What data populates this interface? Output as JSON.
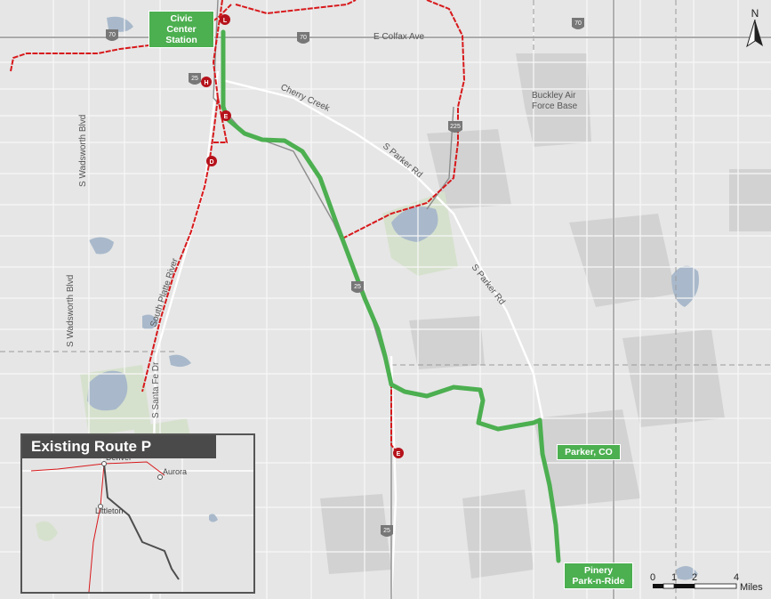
{
  "map": {
    "station_labels": {
      "civic_center": "Civic Center\nStation",
      "parker": "Parker, CO",
      "pinery": "Pinery\nPark-n-Ride"
    },
    "street_labels": {
      "colfax": "E Colfax Ave",
      "buckley": "Buckley Air\nForce Base",
      "cherry_creek": "Cherry Creek",
      "s_parker_rd_1": "S Parker Rd",
      "s_parker_rd_2": "S Parker Rd",
      "wadsworth_1": "S Wadsworth Blvd",
      "wadsworth_2": "S Wadsworth Blvd",
      "south_platte": "South Platte River",
      "santa_fe": "S Santa Fe Dr"
    },
    "highway_shields": {
      "i70_a": "70",
      "i70_b": "70",
      "i70_c": "70",
      "i25_a": "25",
      "i25_b": "25",
      "i225": "225",
      "i25_c": "25"
    },
    "rail_line_markers": {
      "l": "L",
      "h": "H",
      "e1": "E",
      "d": "D",
      "e2": "E"
    },
    "colors": {
      "route": "#4caf50",
      "rail": "#d7191c",
      "water": "#a8b8cc",
      "park": "#d8e2cf",
      "urban": "#d0d0d0"
    }
  },
  "inset": {
    "title": "Existing Route P",
    "labels": {
      "denver": "Denver",
      "aurora": "Aurora",
      "littleton": "Littleton"
    }
  },
  "north_arrow": {
    "letter": "N"
  },
  "scale_bar": {
    "ticks": [
      "0",
      "1",
      "2",
      "4"
    ],
    "unit": "Miles"
  }
}
